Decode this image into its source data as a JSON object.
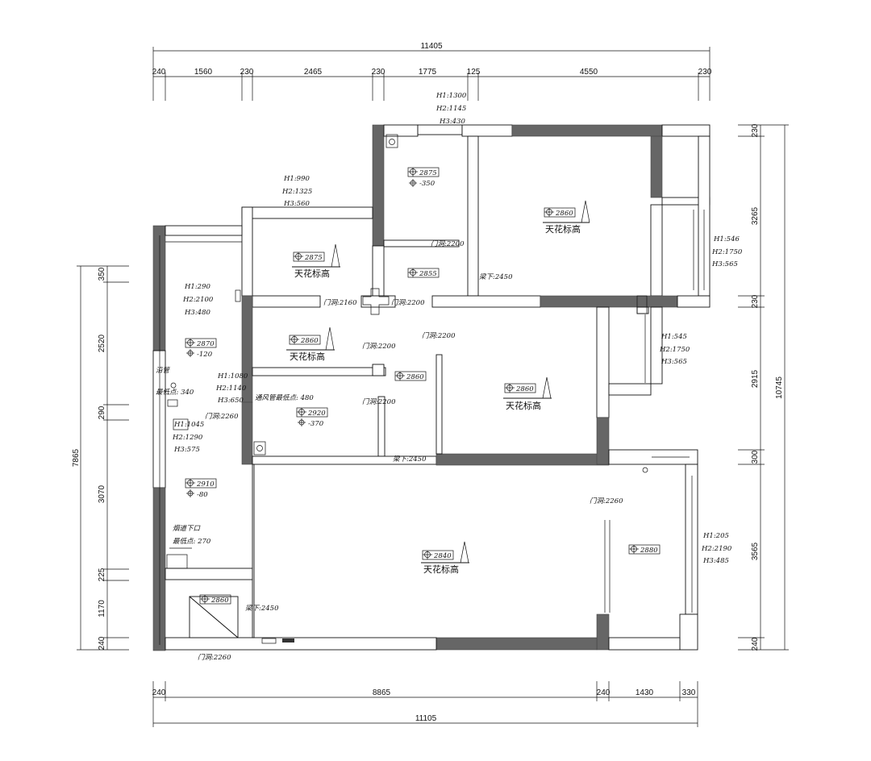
{
  "dims_top": {
    "total": "11405",
    "segments": [
      "240",
      "1560",
      "230",
      "2465",
      "230",
      "1775",
      "125",
      "4550",
      "230"
    ]
  },
  "dims_bottom": {
    "total": "11105",
    "segments": [
      "240",
      "8865",
      "240",
      "1430",
      "330"
    ]
  },
  "dims_left": {
    "total": "7865",
    "segments": [
      "350",
      "2520",
      "290",
      "3070",
      "225",
      "1170",
      "240"
    ]
  },
  "dims_right": {
    "total": "10745",
    "segments": [
      "230",
      "3265",
      "230",
      "2915",
      "300",
      "3565",
      "240"
    ]
  },
  "window_notes": {
    "top_bath": [
      "H1:1300",
      "H2:1145",
      "H3:430"
    ],
    "bedroom_top": [
      "H1:990",
      "H2:1325",
      "H3:560"
    ],
    "right_upper": [
      "H1:546",
      "H2:1750",
      "H3:565"
    ],
    "right_mid": [
      "H1:545",
      "H2:1750",
      "H3:565"
    ],
    "right_lower": [
      "H1:205",
      "H2:2190",
      "H3:485"
    ],
    "left_top": [
      "H1:290",
      "H2:2100",
      "H3:480"
    ],
    "left_mid": [
      "H1:1080",
      "H2:1140",
      "H3:650"
    ],
    "left_low": [
      "H1:1045",
      "H2:1290",
      "H3:575"
    ]
  },
  "door_notes": {
    "d1": "门洞:2200",
    "d2": "门洞:2160",
    "d3": "门洞:2200",
    "d4": "门洞:2200",
    "d5": "门洞:2200",
    "d6": "门洞:2200",
    "d7": "门洞:2260",
    "d8": "门洞:2260",
    "d9": "门洞:2260"
  },
  "beam_notes": {
    "b1": "梁下:2450",
    "b2": "梁下:2450",
    "b3": "梁下:2450"
  },
  "misc_notes": {
    "pipe_1": "烟道下口",
    "pipe_2": "最低点: 270",
    "vent": "通风管最低点: 480",
    "left_pipe_1": "沿管",
    "left_pipe_2": "最低点: 340"
  },
  "ceiling_label": "天花标高",
  "ceiling_tags": [
    {
      "value": "2875",
      "offset": "-350"
    },
    {
      "value": "2860"
    },
    {
      "value": "2875"
    },
    {
      "value": "2855"
    },
    {
      "value": "2860"
    },
    {
      "value": "2860"
    },
    {
      "value": "2860"
    },
    {
      "value": "2920",
      "offset": "-370"
    },
    {
      "value": "2870",
      "offset": "-120"
    },
    {
      "value": "2910",
      "offset": "-80"
    },
    {
      "value": "2840"
    },
    {
      "value": "2880"
    },
    {
      "value": "2860"
    }
  ]
}
